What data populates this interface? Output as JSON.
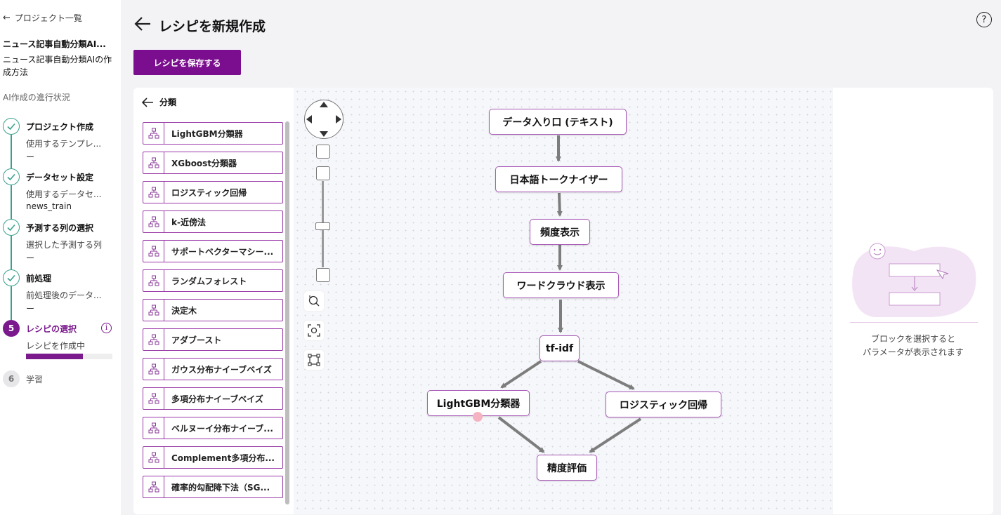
{
  "sidebar": {
    "back_label": "プロジェクト一覧",
    "project_title": "ニュース記事自動分類AI...",
    "project_desc": "ニュース記事自動分類AIの作成方法",
    "progress_heading": "AI作成の進行状況",
    "steps": [
      {
        "title": "プロジェクト作成",
        "sub": "使用するテンプレ...",
        "value": "ー"
      },
      {
        "title": "データセット設定",
        "sub": "使用するデータセ...",
        "value": "news_train"
      },
      {
        "title": "予測する列の選択",
        "sub": "選択した予測する列",
        "value": "ー"
      },
      {
        "title": "前処理",
        "sub": "前処理後のデータ...",
        "value": "ー"
      },
      {
        "number": "5",
        "title": "レシピの選択",
        "sub": "レシピを作成中",
        "progress": 0.66
      },
      {
        "number": "6",
        "title": "学習"
      }
    ]
  },
  "header": {
    "title": "レシピを新規作成",
    "save_label": "レシピを保存する"
  },
  "block_panel": {
    "title": "分類",
    "items": [
      "LightGBM分類器",
      "XGboost分類器",
      "ロジスティック回帰",
      "k-近傍法",
      "サポートベクターマシー...",
      "ランダムフォレスト",
      "決定木",
      "アダブースト",
      "ガウス分布ナイーブベイズ",
      "多項分布ナイーブベイズ",
      "ベルヌーイ分布ナイーブ...",
      "Complement多項分布...",
      "確率的勾配降下法（SG..."
    ]
  },
  "flow": {
    "nodes": {
      "input": "データ入り口 (テキスト)",
      "tokenizer": "日本語トークナイザー",
      "freq": "頻度表示",
      "wordcloud": "ワードクラウド表示",
      "tfidf": "tf-idf",
      "lgbm": "LightGBM分類器",
      "logreg": "ロジスティック回帰",
      "eval": "精度評価"
    }
  },
  "param_panel": {
    "hint_line1": "ブロックを選択すると",
    "hint_line2": "パラメータが表示されます"
  },
  "colors": {
    "accent": "#7b0e8e",
    "done": "#3aa08c",
    "node_border": "#a95bb8"
  }
}
